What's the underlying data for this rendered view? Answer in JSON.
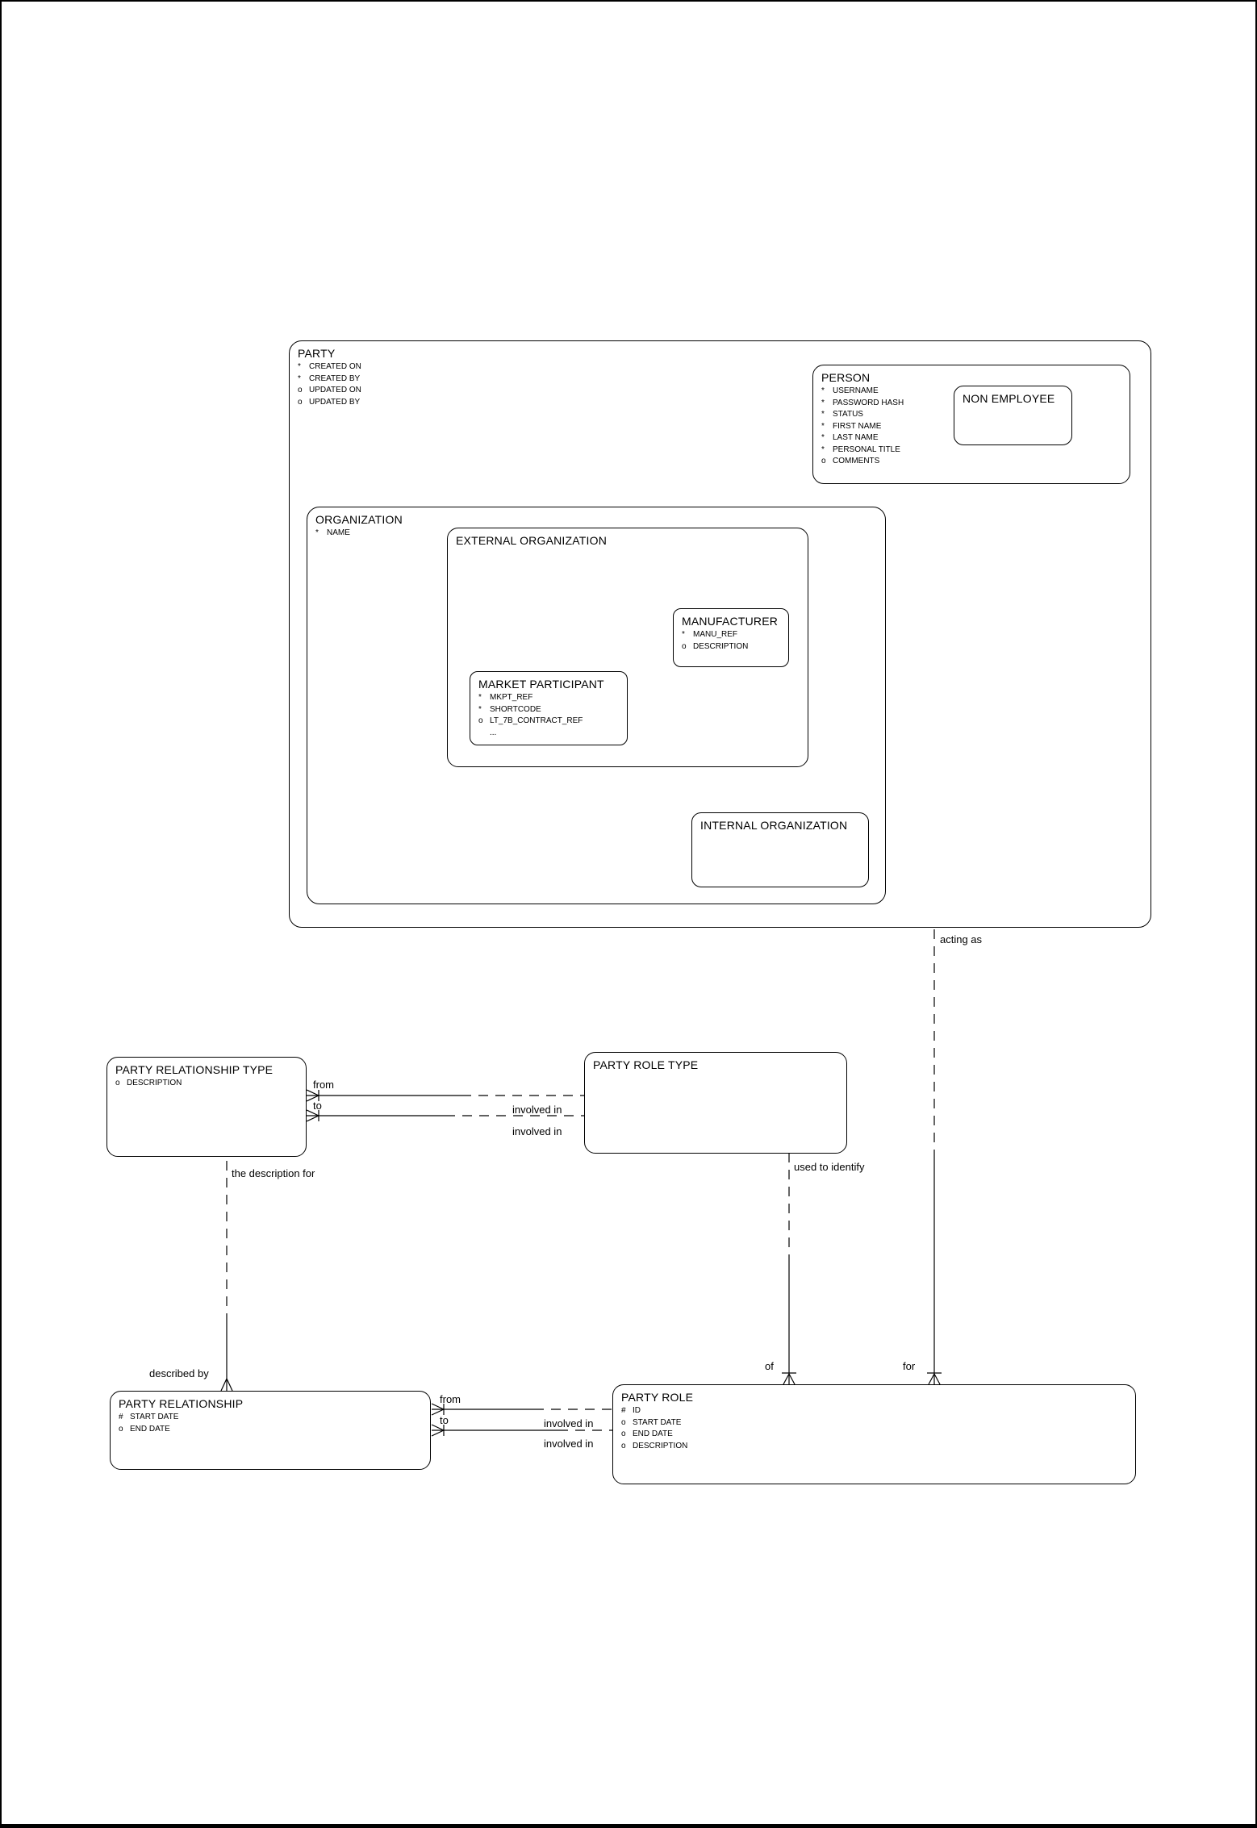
{
  "colors": {
    "line": "#000000",
    "background": "#ffffff",
    "text": "#000000"
  },
  "entities": [
    {
      "id": "party",
      "title": "PARTY",
      "attributes": [
        {
          "prefix": "*",
          "name": "CREATED ON"
        },
        {
          "prefix": "*",
          "name": "CREATED BY"
        },
        {
          "prefix": "o",
          "name": "UPDATED ON"
        },
        {
          "prefix": "o",
          "name": "UPDATED BY"
        }
      ]
    },
    {
      "id": "person",
      "title": "PERSON",
      "attributes": [
        {
          "prefix": "*",
          "name": "USERNAME"
        },
        {
          "prefix": "*",
          "name": "PASSWORD HASH"
        },
        {
          "prefix": "*",
          "name": "STATUS"
        },
        {
          "prefix": "*",
          "name": "FIRST NAME"
        },
        {
          "prefix": "*",
          "name": "LAST NAME"
        },
        {
          "prefix": "*",
          "name": "PERSONAL TITLE"
        },
        {
          "prefix": "o",
          "name": "COMMENTS"
        }
      ]
    },
    {
      "id": "non-employee",
      "title": "NON EMPLOYEE",
      "attributes": []
    },
    {
      "id": "organization",
      "title": "ORGANIZATION",
      "attributes": [
        {
          "prefix": "*",
          "name": "NAME"
        }
      ]
    },
    {
      "id": "external-organization",
      "title": "EXTERNAL ORGANIZATION",
      "attributes": []
    },
    {
      "id": "manufacturer",
      "title": "MANUFACTURER",
      "attributes": [
        {
          "prefix": "*",
          "name": "MANU_REF"
        },
        {
          "prefix": "o",
          "name": "DESCRIPTION"
        }
      ]
    },
    {
      "id": "market-participant",
      "title": "MARKET PARTICIPANT",
      "attributes": [
        {
          "prefix": "*",
          "name": "MKPT_REF"
        },
        {
          "prefix": "*",
          "name": "SHORTCODE"
        },
        {
          "prefix": "o",
          "name": "LT_7B_CONTRACT_REF"
        },
        {
          "prefix": "",
          "name": "..."
        }
      ]
    },
    {
      "id": "internal-organization",
      "title": "INTERNAL ORGANIZATION",
      "attributes": []
    },
    {
      "id": "party-relationship-type",
      "title": "PARTY RELATIONSHIP TYPE",
      "attributes": [
        {
          "prefix": "o",
          "name": "DESCRIPTION"
        }
      ]
    },
    {
      "id": "party-role-type",
      "title": "PARTY ROLE TYPE",
      "attributes": []
    },
    {
      "id": "party-relationship",
      "title": "PARTY RELATIONSHIP",
      "attributes": [
        {
          "prefix": "#",
          "name": "START DATE"
        },
        {
          "prefix": "o",
          "name": "END DATE"
        }
      ]
    },
    {
      "id": "party-role",
      "title": "PARTY ROLE",
      "attributes": [
        {
          "prefix": "#",
          "name": "ID"
        },
        {
          "prefix": "o",
          "name": "START DATE"
        },
        {
          "prefix": "o",
          "name": "END DATE"
        },
        {
          "prefix": "o",
          "name": "DESCRIPTION"
        }
      ]
    }
  ],
  "labels": [
    {
      "id": "acting-as",
      "text": "acting as"
    },
    {
      "id": "used-to-identify",
      "text": "used to identify"
    },
    {
      "id": "the-description-for",
      "text": "the description for"
    },
    {
      "id": "described-by",
      "text": "described by"
    },
    {
      "id": "of",
      "text": "of"
    },
    {
      "id": "for",
      "text": "for"
    },
    {
      "id": "prt-from",
      "text": "from"
    },
    {
      "id": "prt-to",
      "text": "to"
    },
    {
      "id": "prt-involved-in-1",
      "text": "involved in"
    },
    {
      "id": "prt-involved-in-2",
      "text": "involved in"
    },
    {
      "id": "pr-from",
      "text": "from"
    },
    {
      "id": "pr-to",
      "text": "to"
    },
    {
      "id": "pr-involved-in-1",
      "text": "involved in"
    },
    {
      "id": "pr-involved-in-2",
      "text": "involved in"
    }
  ]
}
